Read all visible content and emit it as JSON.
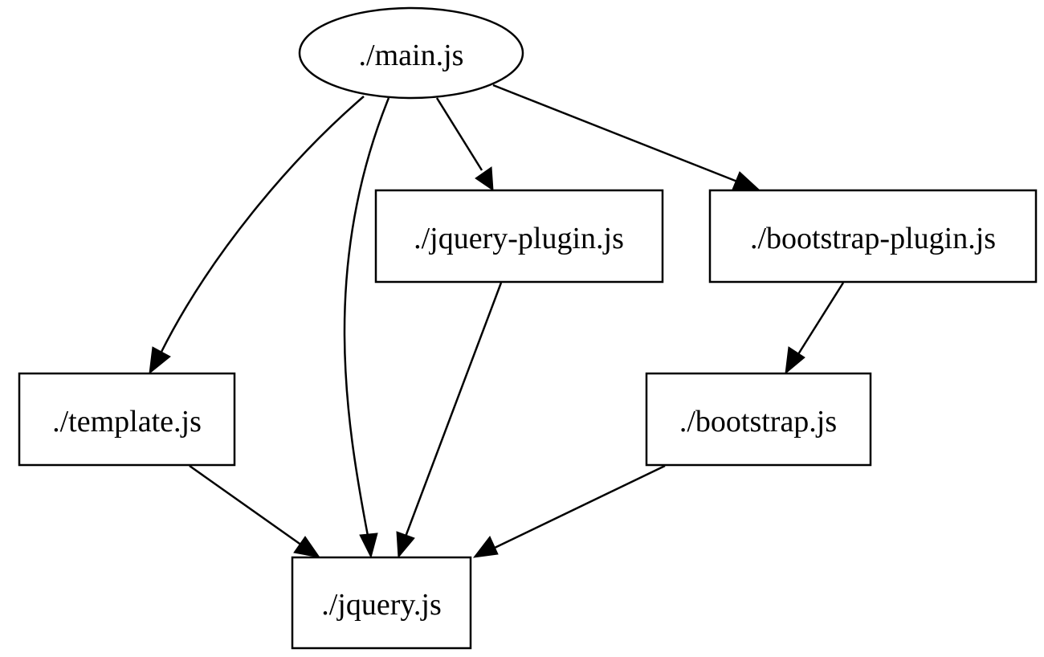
{
  "nodes": [
    {
      "id": "main",
      "label": "./main.js",
      "shape": "ellipse"
    },
    {
      "id": "jquery_plugin",
      "label": "./jquery-plugin.js",
      "shape": "box"
    },
    {
      "id": "bootstrap_plugin",
      "label": "./bootstrap-plugin.js",
      "shape": "box"
    },
    {
      "id": "template",
      "label": "./template.js",
      "shape": "box"
    },
    {
      "id": "bootstrap",
      "label": "./bootstrap.js",
      "shape": "box"
    },
    {
      "id": "jquery",
      "label": "./jquery.js",
      "shape": "box"
    }
  ],
  "edges": [
    {
      "from": "main",
      "to": "template"
    },
    {
      "from": "main",
      "to": "jquery"
    },
    {
      "from": "main",
      "to": "jquery_plugin"
    },
    {
      "from": "main",
      "to": "bootstrap_plugin"
    },
    {
      "from": "jquery_plugin",
      "to": "jquery"
    },
    {
      "from": "bootstrap_plugin",
      "to": "bootstrap"
    },
    {
      "from": "template",
      "to": "jquery"
    },
    {
      "from": "bootstrap",
      "to": "jquery"
    }
  ]
}
